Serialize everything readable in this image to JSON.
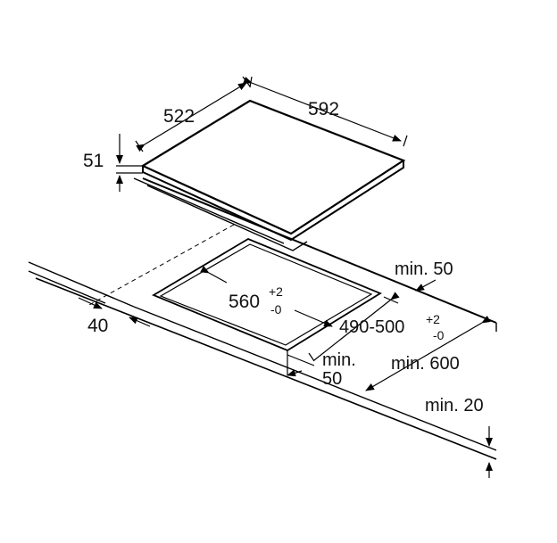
{
  "dimensions": {
    "width_522": "522",
    "width_592": "592",
    "height_51": "51",
    "cutout_560": "560",
    "cutout_560_plus": "+2",
    "cutout_560_minus": "-0",
    "cutout_depth": "490-500",
    "cutout_depth_plus": "+2",
    "cutout_depth_minus": "-0",
    "min_50_back": "min. 50",
    "min_50_front_a": "min.",
    "min_50_front_b": "50",
    "min_600": "min. 600",
    "min_20": "min. 20",
    "edge_40": "40"
  },
  "colors": {
    "line": "#000000",
    "background": "#ffffff"
  }
}
